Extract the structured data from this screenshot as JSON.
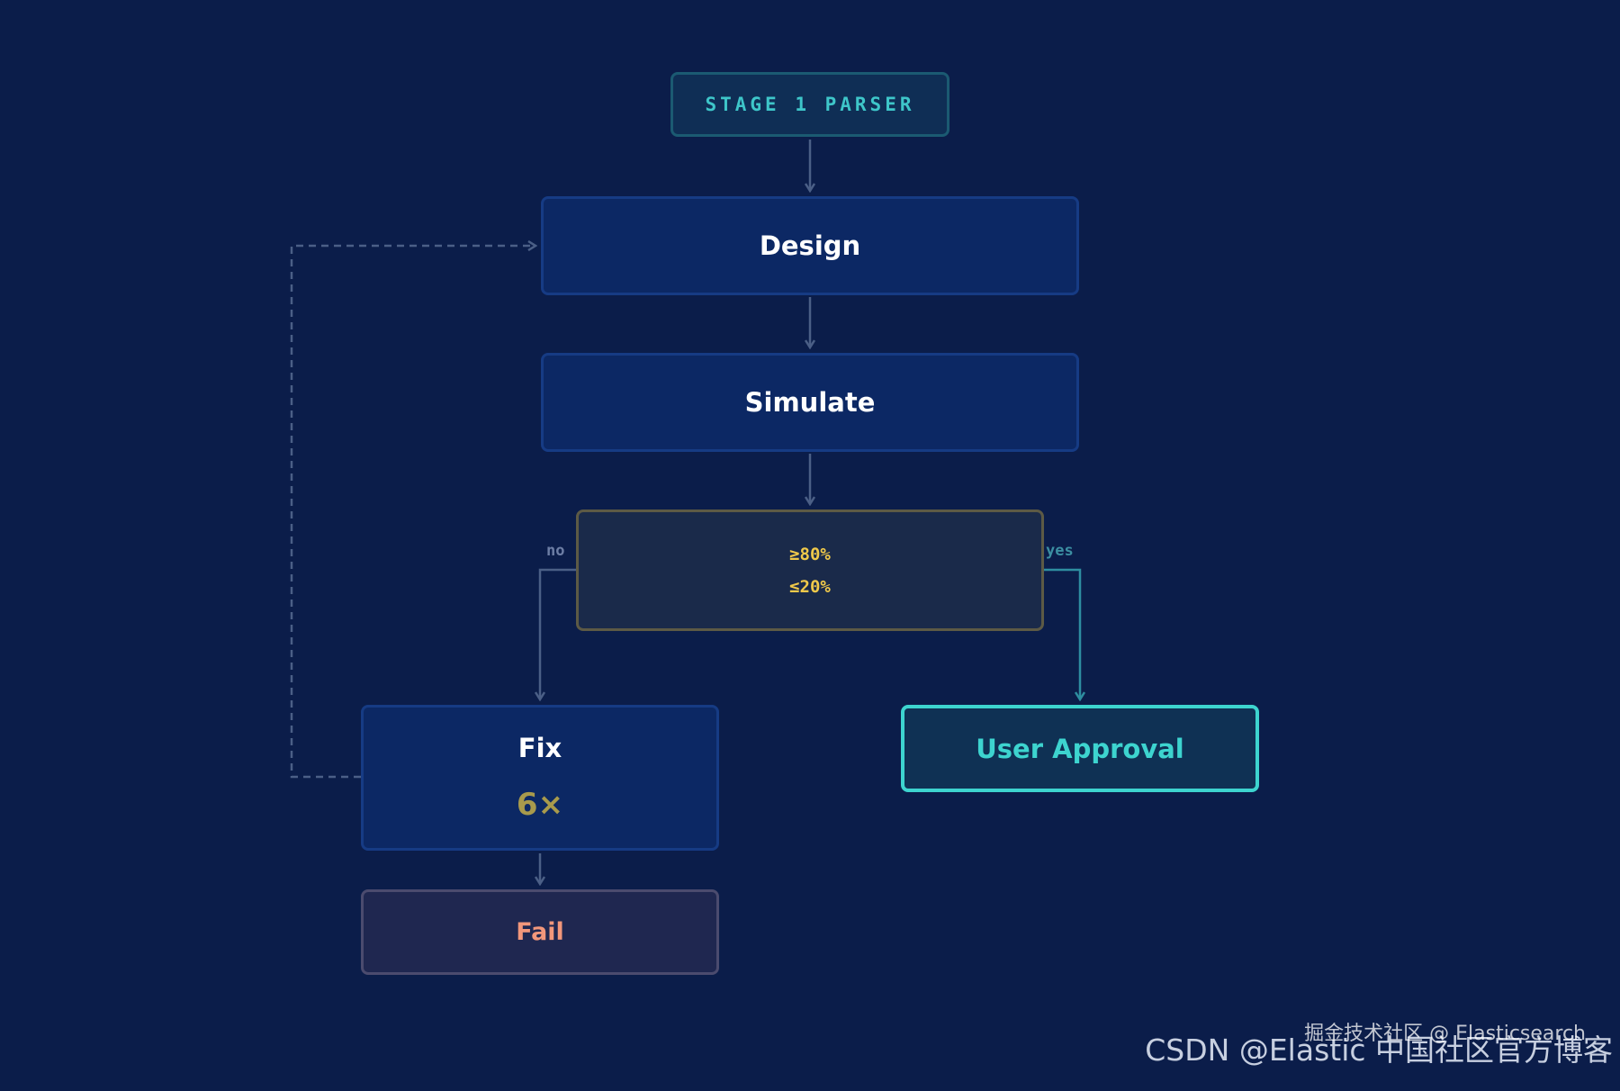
{
  "diagram": {
    "stage_label": "STAGE 1 PARSER",
    "nodes": {
      "design": "Design",
      "simulate": "Simulate",
      "fix": "Fix",
      "fix_count": "6×",
      "user_approval": "User Approval",
      "fail": "Fail"
    },
    "decision": {
      "condition_1": "≥80%",
      "condition_2": "≤20%"
    },
    "branches": {
      "no": "no",
      "yes": "yes"
    }
  },
  "watermark": {
    "back_text": "CSDN @Elastic 中国社区官方博客",
    "front_text": "掘金技术社区 @ Elasticsearch"
  },
  "colors": {
    "background": "#0b1d4a",
    "accent_teal": "#3dd4cf",
    "condition_yellow": "#f0c94a",
    "fail_salmon": "#f2977b",
    "connector": "#4b5f86"
  }
}
